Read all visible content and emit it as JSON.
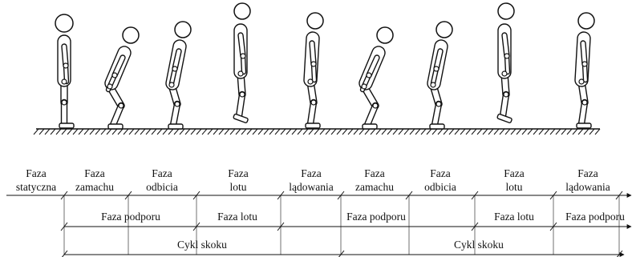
{
  "phases_row": [
    {
      "line1": "Faza",
      "line2": "statyczna"
    },
    {
      "line1": "Faza",
      "line2": "zamachu"
    },
    {
      "line1": "Faza",
      "line2": "odbicia"
    },
    {
      "line1": "Faza",
      "line2": "lotu"
    },
    {
      "line1": "Faza",
      "line2": "lądowania"
    },
    {
      "line1": "Faza",
      "line2": "zamachu"
    },
    {
      "line1": "Faza",
      "line2": "odbicia"
    },
    {
      "line1": "Faza",
      "line2": "lotu"
    },
    {
      "line1": "Faza",
      "line2": "lądowania"
    }
  ],
  "support_row": [
    "Faza podporu",
    "Faza lotu",
    "Faza podporu",
    "Faza lotu",
    "Faza podporu"
  ],
  "cycle_row": [
    "Cykl skoku",
    "Cykl skoku"
  ],
  "figures": [
    {
      "pose": "standing"
    },
    {
      "pose": "crouch"
    },
    {
      "pose": "push-off"
    },
    {
      "pose": "flight"
    },
    {
      "pose": "landing"
    },
    {
      "pose": "crouch"
    },
    {
      "pose": "push-off"
    },
    {
      "pose": "flight"
    },
    {
      "pose": "landing"
    }
  ]
}
